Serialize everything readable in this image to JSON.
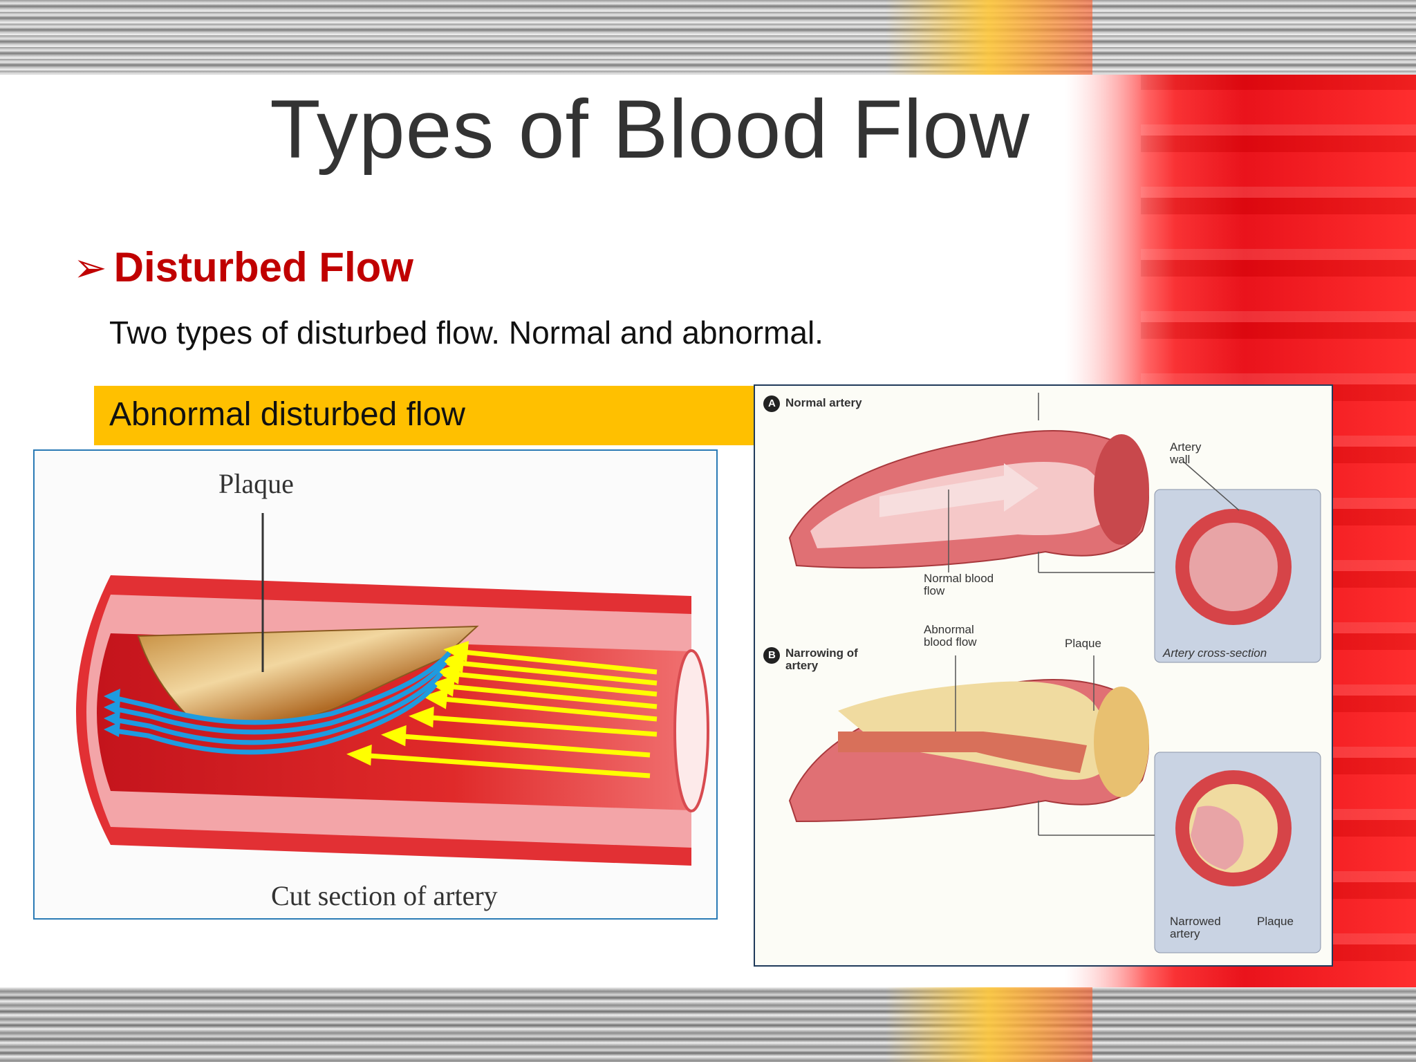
{
  "slide": {
    "title": "Types of Blood Flow",
    "bullet": "Disturbed Flow",
    "subtext": "Two types of disturbed flow. Normal and abnormal.",
    "callout": "Abnormal disturbed flow"
  },
  "left_figure": {
    "plaque_label": "Plaque",
    "caption": "Cut section of artery"
  },
  "right_figure": {
    "panel_a_badge": "A",
    "panel_a_label": "Normal artery",
    "artery_wall": "Artery wall",
    "normal_flow": "Normal blood flow",
    "abnormal_flow": "Abnormal blood flow",
    "plaque": "Plaque",
    "cross_section": "Artery cross-section",
    "panel_b_badge": "B",
    "panel_b_label": "Narrowing of artery",
    "narrowed_artery": "Narrowed artery",
    "plaque2": "Plaque"
  },
  "colors": {
    "accent_red": "#c00000",
    "callout": "#ffc000",
    "flow_yellow": "#ffff00",
    "flow_blue": "#1e9be0"
  },
  "icons": {
    "bullet": "arrowhead-bullet-icon"
  }
}
